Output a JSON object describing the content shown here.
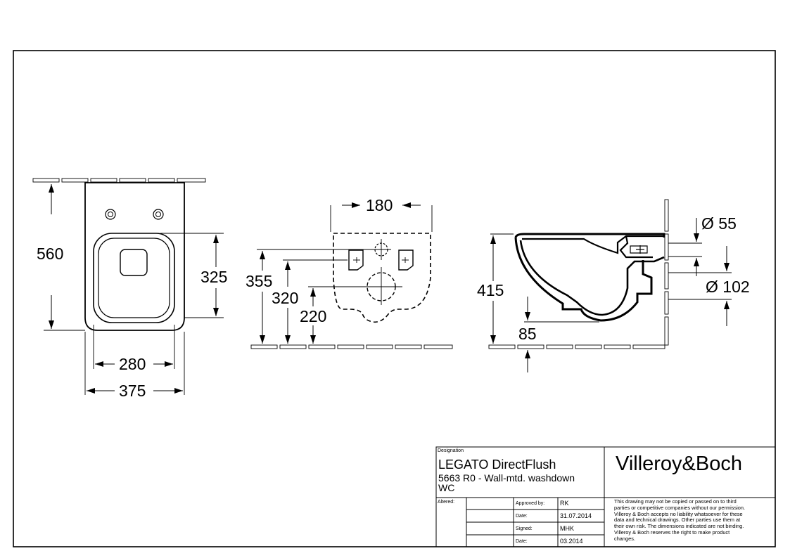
{
  "dimensions": {
    "top_height": "560",
    "top_inner_width": "280",
    "top_overall_width": "375",
    "top_325": "325",
    "front_180": "180",
    "front_355": "355",
    "front_320": "320",
    "front_220": "220",
    "side_415": "415",
    "side_85": "85",
    "side_dia55": "Ø 55",
    "side_dia102": "Ø 102"
  },
  "title_block": {
    "designation_label": "Designation",
    "product_name": "LEGATO DirectFlush",
    "product_desc_line1": "5663 R0 - Wall-mtd. washdown",
    "product_desc_line2": "WC",
    "brand": "Villeroy&Boch",
    "altered_label": "Altered:",
    "approved_by_label": "Approved by:",
    "approved_by_value": "RK",
    "date_label_1": "Date:",
    "date_value_1": "31.07.2014",
    "signed_label": "Signed:",
    "signed_value": "MHK",
    "date_label_2": "Date:",
    "date_value_2": "03.2014",
    "disclaimer": [
      "This drawing may not be copied or passed on to third",
      "parties or competitive companies without our permission.",
      "Villeroy & Boch accepts no liability whatsoever for these",
      "data and technical drawings. Other parties use them at",
      "their own risk. The dimensions indicated are not binding.",
      "Villeroy & Boch reserves the right to make product",
      "changes."
    ]
  }
}
